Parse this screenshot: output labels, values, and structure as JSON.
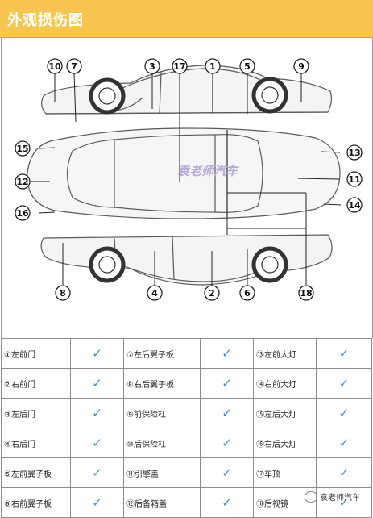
{
  "header": {
    "title": "外观损伤图",
    "bg_color": "#f8c64e"
  },
  "diagram": {
    "watermark": "袁老师汽车",
    "callouts": [
      "1",
      "2",
      "3",
      "4",
      "5",
      "6",
      "7",
      "8",
      "9",
      "10",
      "11",
      "12",
      "13",
      "14",
      "15",
      "16",
      "17",
      "18"
    ]
  },
  "checklist": {
    "rows": [
      [
        {
          "label": "①左前门"
        },
        {
          "label": "⑦左后翼子板"
        },
        {
          "label": "⑬左前大灯"
        }
      ],
      [
        {
          "label": "②右前门"
        },
        {
          "label": "⑧右后翼子板"
        },
        {
          "label": "⑭右前大灯"
        }
      ],
      [
        {
          "label": "③左后门"
        },
        {
          "label": "⑨前保险杠"
        },
        {
          "label": "⑮左后大灯"
        }
      ],
      [
        {
          "label": "④右后门"
        },
        {
          "label": "⑩后保险杠"
        },
        {
          "label": "⑯右后大灯"
        }
      ],
      [
        {
          "label": "⑤左前翼子板"
        },
        {
          "label": "⑪引擎盖"
        },
        {
          "label": "⑰车顶"
        }
      ],
      [
        {
          "label": "⑥右前翼子板"
        },
        {
          "label": "⑫后备箱盖"
        },
        {
          "label": "⑱后视镜"
        }
      ]
    ],
    "check_mark": "✓",
    "check_color": "#3d8fd6"
  },
  "footer": {
    "badge_text": "袁老师汽车"
  }
}
